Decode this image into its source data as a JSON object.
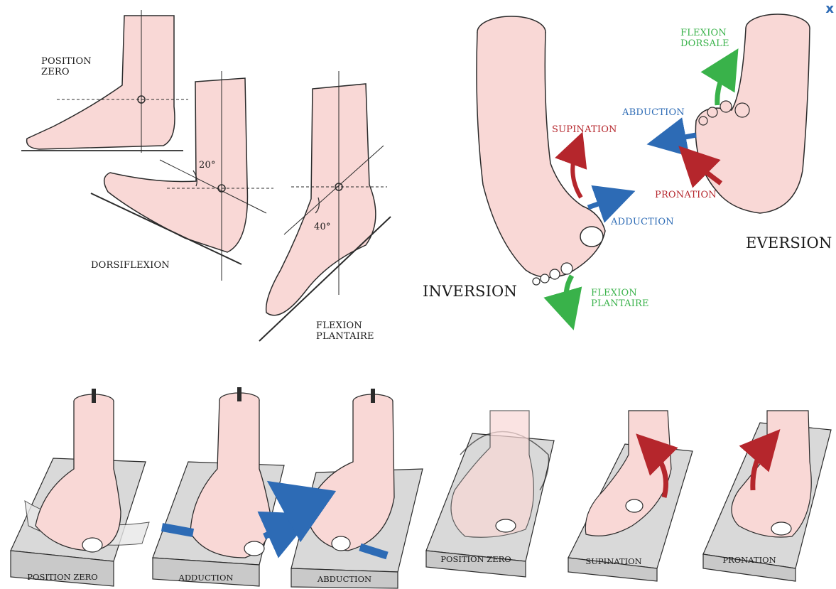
{
  "labels": {
    "position_zero": [
      "POSITION",
      "ZERO"
    ],
    "dorsiflexion": "DORSIFLEXION",
    "angle_20": "20°",
    "angle_40": "40°",
    "flexion_plantaire": [
      "FLEXION",
      "PLANTAIRE"
    ],
    "inversion": "INVERSION",
    "eversion": "EVERSION",
    "supination": "SUPINATION",
    "adduction": "ADDUCTION",
    "flexion_plantaire_color": [
      "FLEXION",
      "PLANTAIRE"
    ],
    "flexion_dorsale": [
      "FLEXION",
      "DORSALE"
    ],
    "abduction": "ABDUCTION",
    "pronation": "PRONATION"
  },
  "plates": [
    "POSITION ZERO",
    "ADDUCTION",
    "ABDUCTION",
    "POSITION ZERO",
    "SUPINATION",
    "PRONATION"
  ],
  "corner_mark": "x",
  "colors": {
    "skin": "#f9d8d6",
    "outline": "#2b2b2b",
    "red_arrow": "#b5262c",
    "blue_arrow": "#2d6bb5",
    "green_arrow": "#39b24a",
    "plate": "#d9d9d9"
  }
}
